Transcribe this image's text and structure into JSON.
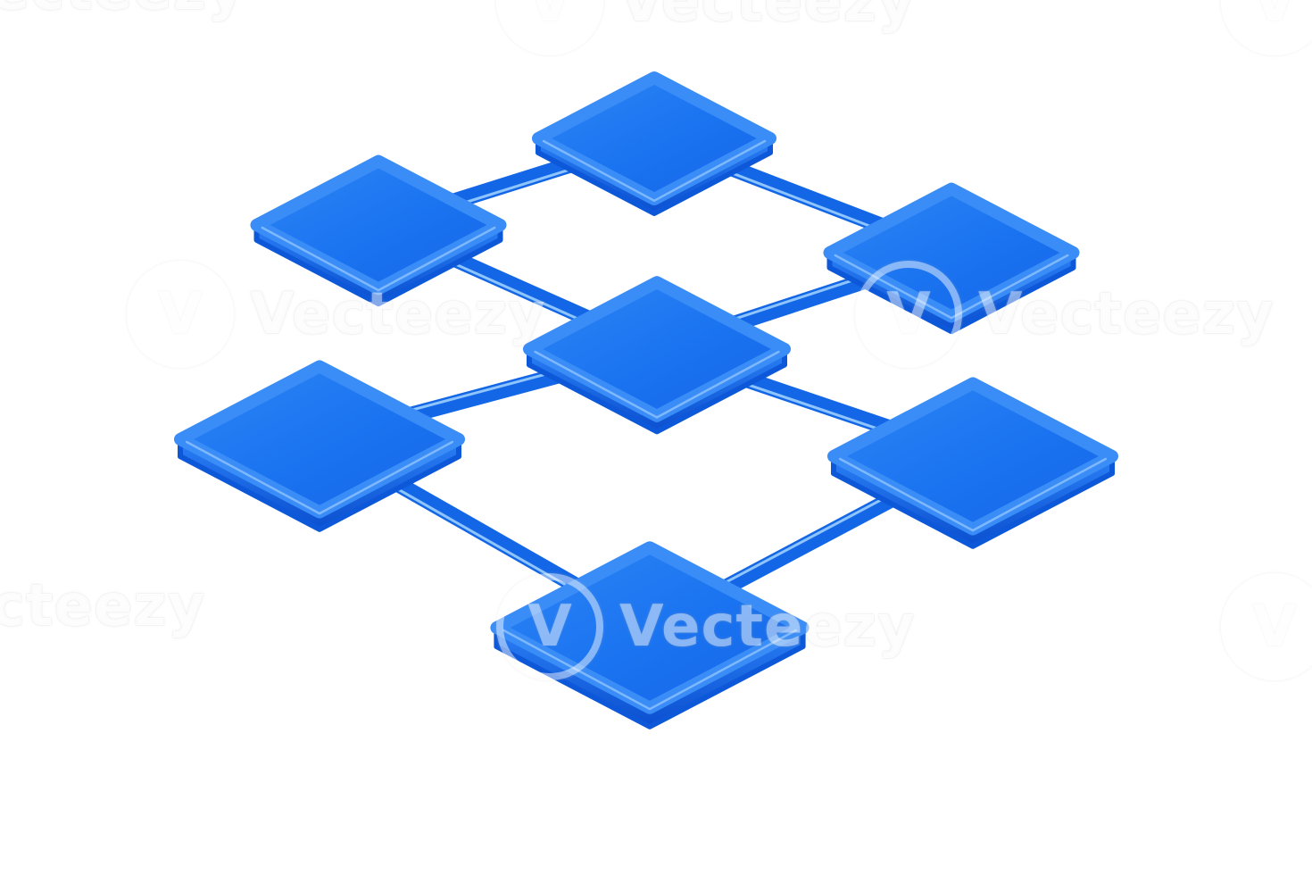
{
  "image": {
    "subject": "network-node-diagram",
    "node_count": 7,
    "colors": {
      "background": "#ffffff",
      "tile_top": "#1a73f0",
      "tile_top_light": "#3a8df7",
      "tile_side": "#0d58d8",
      "tile_edge_highlight": "#8bc0ff",
      "connector": "#1366e6",
      "connector_highlight": "#8ec5ff"
    },
    "nodes": [
      {
        "id": "node-top"
      },
      {
        "id": "node-upper-left"
      },
      {
        "id": "node-upper-right"
      },
      {
        "id": "node-center"
      },
      {
        "id": "node-lower-left"
      },
      {
        "id": "node-lower-right"
      },
      {
        "id": "node-bottom"
      }
    ],
    "connections": [
      [
        "node-upper-left",
        "node-top"
      ],
      [
        "node-top",
        "node-upper-right"
      ],
      [
        "node-upper-left",
        "node-center"
      ],
      [
        "node-upper-right",
        "node-center"
      ],
      [
        "node-center",
        "node-lower-left"
      ],
      [
        "node-center",
        "node-lower-right"
      ],
      [
        "node-lower-left",
        "node-bottom"
      ],
      [
        "node-lower-right",
        "node-bottom"
      ]
    ]
  },
  "watermark": {
    "text": "Vecteezy",
    "partial_text": "ecteezy",
    "partial_text_2": "cteezy",
    "logo_glyph": "V"
  }
}
